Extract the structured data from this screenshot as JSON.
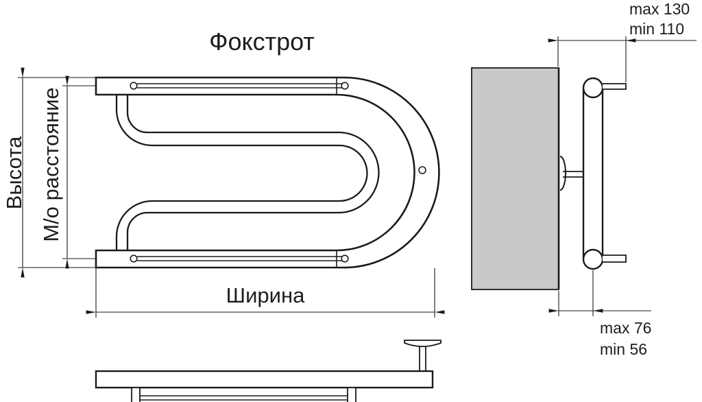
{
  "title": "Фокстрот",
  "front_view": {
    "height_label": "Высота",
    "mounting_distance_label": "М/о расстояние",
    "width_label": "Ширина"
  },
  "side_view": {
    "wall_offset_top": {
      "max": "max 130",
      "min": "min 110"
    },
    "wall_offset_bottom": {
      "max": "max 76",
      "min": "min 56"
    }
  },
  "colors": {
    "line": "#1a1a1a",
    "wall_fill": "#c9c9c9",
    "background": "#ffffff"
  }
}
